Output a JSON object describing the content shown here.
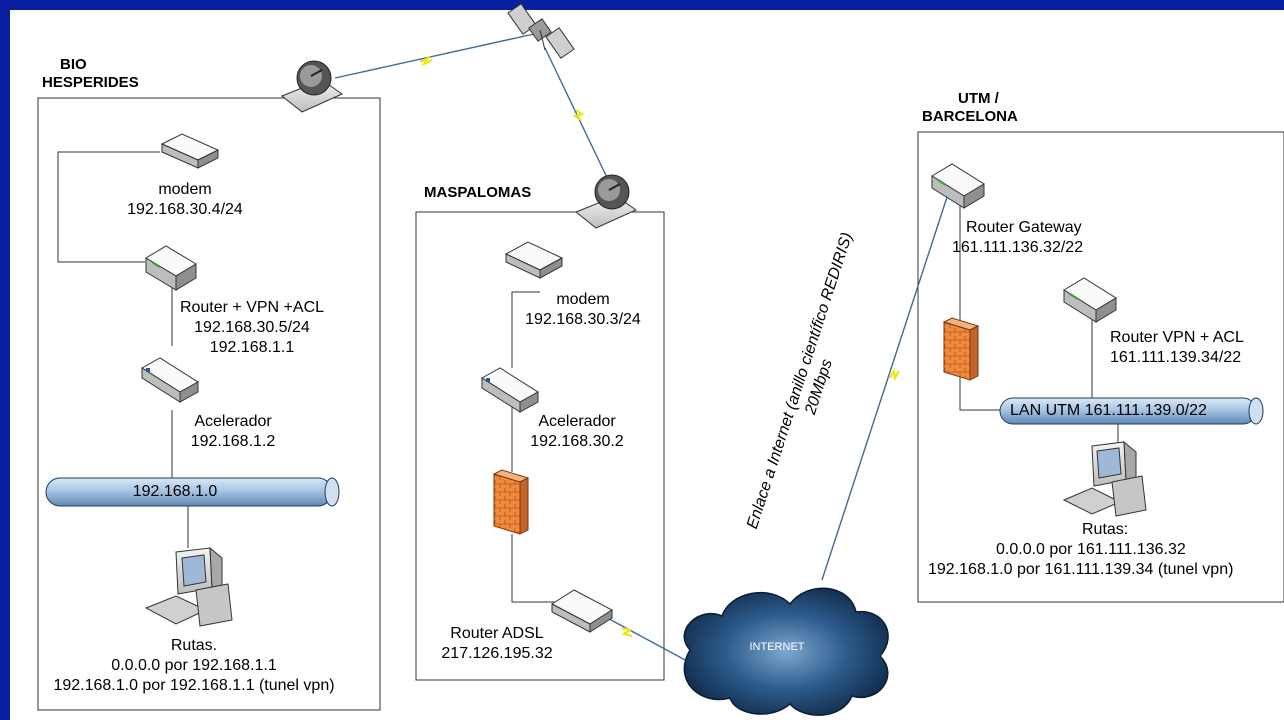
{
  "sites": {
    "bio": {
      "title_line1": "BIO",
      "title_line2": "HESPERIDES",
      "modem_name": "modem",
      "modem_ip": "192.168.30.4/24",
      "router_name": "Router + VPN +ACL",
      "router_ip1": "192.168.30.5/24",
      "router_ip2": "192.168.1.1",
      "accel_name": "Acelerador",
      "accel_ip": "192.168.1.2",
      "lan_label": "192.168.1.0",
      "routes_title": "Rutas.",
      "route1": "0.0.0.0 por 192.168.1.1",
      "route2": "192.168.1.0 por 192.168.1.1 (tunel vpn)"
    },
    "maspalomas": {
      "title": "MASPALOMAS",
      "modem_name": "modem",
      "modem_ip": "192.168.30.3/24",
      "accel_name": "Acelerador",
      "accel_ip": "192.168.30.2",
      "router_name": "Router ADSL",
      "router_ip": "217.126.195.32"
    },
    "utm": {
      "title_line1": "UTM /",
      "title_line2": "BARCELONA",
      "gateway_name": "Router Gateway",
      "gateway_ip": "161.111.136.32/22",
      "vpn_name": "Router VPN + ACL",
      "vpn_ip": "161.111.139.34/22",
      "lan_label": "LAN UTM 161.111.139.0/22",
      "routes_title": "Rutas:",
      "route1": "0.0.0.0 por 161.111.136.32",
      "route2": "192.168.1.0 por 161.111.139.34 (tunel vpn)"
    }
  },
  "internet": {
    "cloud_label": "INTERNET",
    "link_label_line1": "Enlace a Internet (anillo científico REDIRIS)",
    "link_label_line2": "20Mbps"
  },
  "colors": {
    "background": "#0a1fa0",
    "lan_fill": "#a9c6e4",
    "firewall": "#f08a3c",
    "cloud": "#1e4e7e",
    "link": "#3f6a9a",
    "bolt": "#e8e800"
  }
}
